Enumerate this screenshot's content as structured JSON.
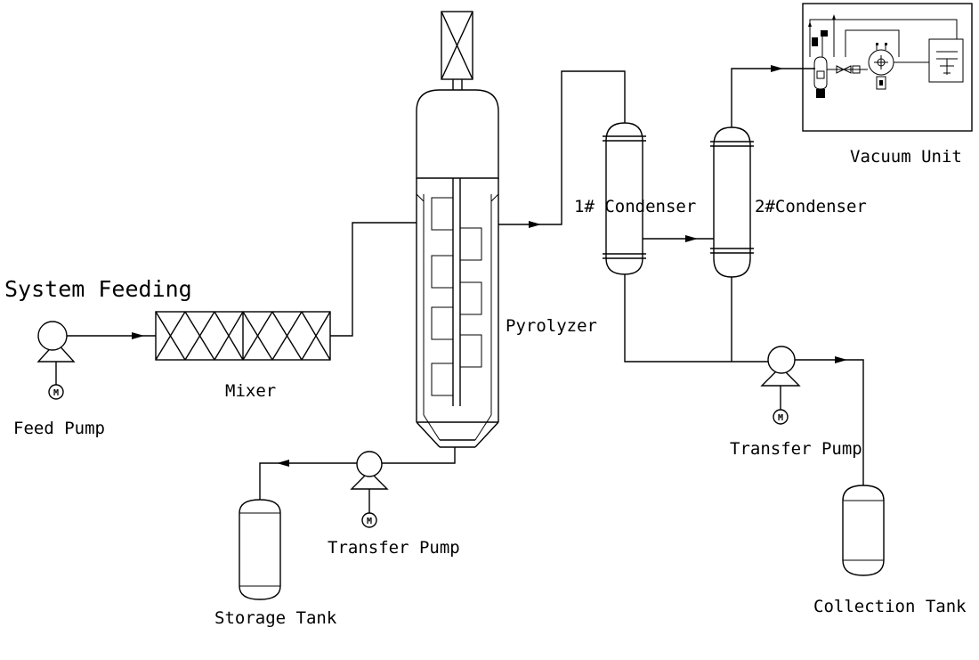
{
  "labels": {
    "system_feeding": "System Feeding",
    "feed_pump": "Feed Pump",
    "mixer": "Mixer",
    "pyrolyzer": "Pyrolyzer",
    "condenser_1": "1# Condenser",
    "condenser_2": "2#Condenser",
    "vacuum_unit": "Vacuum Unit",
    "transfer_pump_bottom": "Transfer Pump",
    "transfer_pump_right": "Transfer Pump",
    "storage_tank": "Storage Tank",
    "collection_tank": "Collection Tank"
  },
  "motor_symbol": "M"
}
